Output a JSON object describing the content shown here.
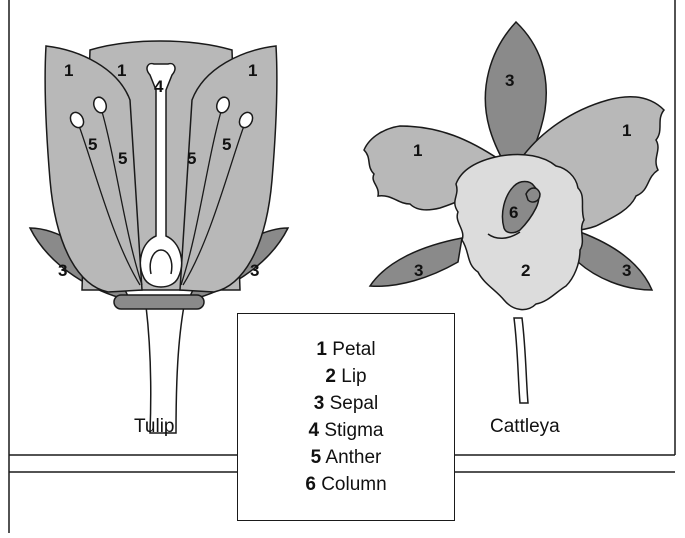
{
  "diagram": {
    "flowers": [
      {
        "caption": "Tulip"
      },
      {
        "caption": "Cattleya"
      }
    ],
    "callouts": {
      "tulip": [
        "1",
        "1",
        "1",
        "4",
        "5",
        "5",
        "5",
        "5",
        "3",
        "3"
      ],
      "cattleya": [
        "3",
        "1",
        "1",
        "6",
        "3",
        "2",
        "3"
      ]
    },
    "legend": [
      {
        "number": "1",
        "name": "Petal"
      },
      {
        "number": "2",
        "name": "Lip"
      },
      {
        "number": "3",
        "name": "Sepal"
      },
      {
        "number": "4",
        "name": "Stigma"
      },
      {
        "number": "5",
        "name": "Anther"
      },
      {
        "number": "6",
        "name": "Column"
      }
    ],
    "colors": {
      "petal": "#b8b8b8",
      "sepal": "#8a8a8a",
      "lip": "#dcdcdc",
      "outline": "#1a1a1a"
    }
  }
}
